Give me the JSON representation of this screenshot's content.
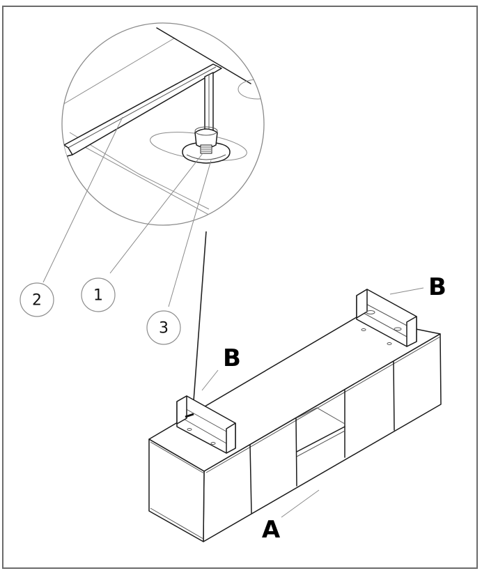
{
  "diagram": {
    "type": "assembly-instruction",
    "callouts": [
      {
        "id": "2",
        "label": "2"
      },
      {
        "id": "1",
        "label": "1"
      },
      {
        "id": "3",
        "label": "3"
      }
    ],
    "part_labels": {
      "cabinet": "A",
      "bracket_left": "B",
      "bracket_right": "B"
    },
    "colors": {
      "line": "#1a1a1a",
      "frame": "#6a6a6a",
      "callout_ring": "#8c8c8c",
      "background": "#ffffff"
    }
  }
}
